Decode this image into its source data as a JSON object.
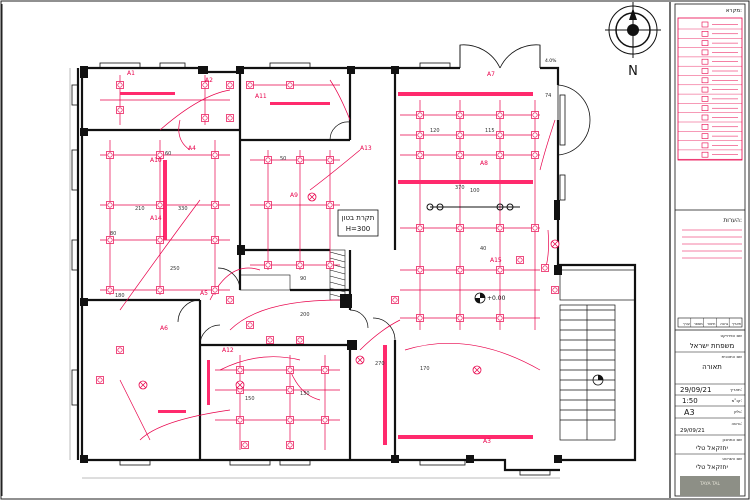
{
  "north": {
    "letter": "N"
  },
  "legend": {
    "title": "מקרא:",
    "rows": [
      "",
      "",
      "",
      "",
      "",
      "",
      "",
      "",
      "",
      "",
      "",
      "",
      "",
      "",
      ""
    ]
  },
  "notes": {
    "title": "הערות:",
    "lines": [
      "",
      "",
      "",
      "",
      ""
    ]
  },
  "revisions": {
    "headers": [
      "תאריך",
      "גרסה",
      "תיאור",
      "מספר",
      "עורך"
    ]
  },
  "project": {
    "client_label": "שם הפרויקט",
    "client": "משפחת ישראל",
    "drawing_label": "שם התוכנית",
    "drawing": "תאורה",
    "date_label": "תאריך:",
    "date": "29/09/21",
    "scale_label": "קנ\"מ:",
    "scale": "1:50",
    "size_label": "גליון:",
    "size": "A3",
    "version_label": "גרסה:",
    "version_date": "29/09/21",
    "designer_label": "שם המתכנן",
    "designer": "יחזקאל טלי",
    "drafter_label": "שם השרטט",
    "drafter": "יחזקאל טלי",
    "logo_text": "TAYA TAL"
  },
  "plan": {
    "ceiling_label": "תקרת בטון",
    "ceiling_height": "H=300",
    "elevation": "+0.00",
    "door_mark": "4.0%",
    "labels": [
      "A11",
      "A1",
      "A2",
      "A3",
      "A4",
      "A5",
      "A6",
      "A7",
      "A8",
      "A9",
      "A10",
      "A12",
      "A13",
      "A14",
      "A15"
    ],
    "dims": [
      "120",
      "115",
      "100",
      "210",
      "250",
      "180",
      "60",
      "80",
      "90",
      "130",
      "150",
      "170",
      "270",
      "370",
      "74",
      "40",
      "50",
      "330",
      "200"
    ]
  },
  "colors": {
    "wall": "#111111",
    "electric": "#e8004a",
    "highlight": "#ff2a6d",
    "grid": "#333333"
  }
}
